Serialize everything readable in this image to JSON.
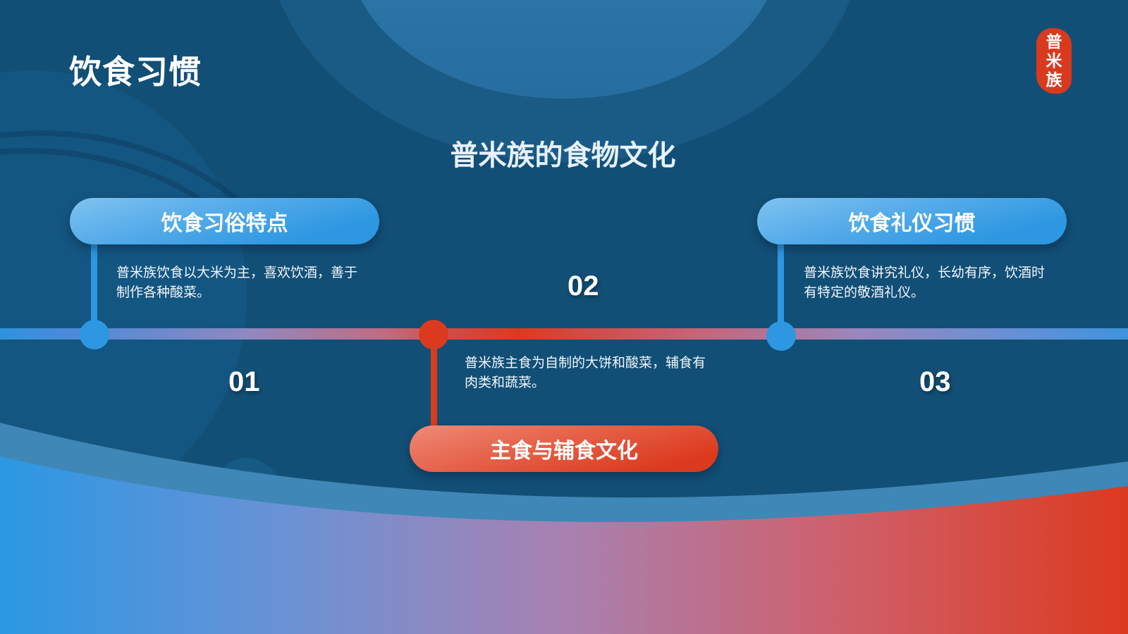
{
  "slide": {
    "title": "饮食习惯",
    "subtitle": "普米族的食物文化",
    "seal": {
      "chars": [
        "普",
        "米",
        "族"
      ],
      "color": "#d9391d"
    }
  },
  "timeline": {
    "items": [
      {
        "number": "01",
        "heading": "饮食习俗特点",
        "description_line1": "普米族饮食以大米为主，喜欢饮酒，善于",
        "description_line2": "制作各种酸菜。",
        "accent": "#2d97e2"
      },
      {
        "number": "02",
        "heading": "主食与辅食文化",
        "description_line1": "普米族主食为自制的大饼和酸菜，辅食有",
        "description_line2": "肉类和蔬菜。",
        "accent": "#dc3a1e"
      },
      {
        "number": "03",
        "heading": "饮食礼仪习惯",
        "description_line1": "普米族饮食讲究礼仪，长幼有序，饮酒时",
        "description_line2": "有特定的敬酒礼仪。",
        "accent": "#2d97e2"
      }
    ]
  },
  "colors": {
    "background": "#124f76",
    "blue_accent": "#2d97e2",
    "red_accent": "#dc3a1e"
  }
}
